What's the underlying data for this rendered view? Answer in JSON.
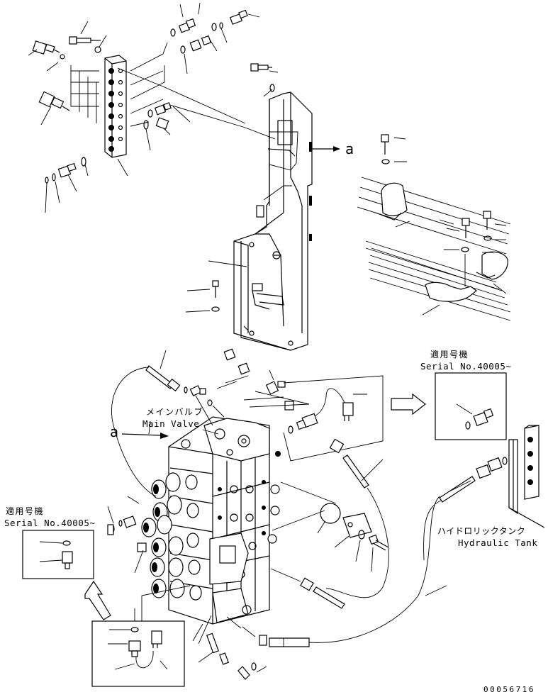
{
  "labels": {
    "ref_a_top": "a",
    "ref_a_main": "a",
    "main_valve_ja": "メインバルブ",
    "main_valve_en": "Main Valve",
    "serial_right_ja": "適用号機",
    "serial_right_en": "Serial No.40005~",
    "serial_left_ja": "適用号機",
    "serial_left_en": "Serial No.40005~",
    "hydraulic_tank_ja": "ハイドロリックタンク",
    "hydraulic_tank_en": "Hydraulic Tank",
    "drawing_code": "00056716"
  }
}
